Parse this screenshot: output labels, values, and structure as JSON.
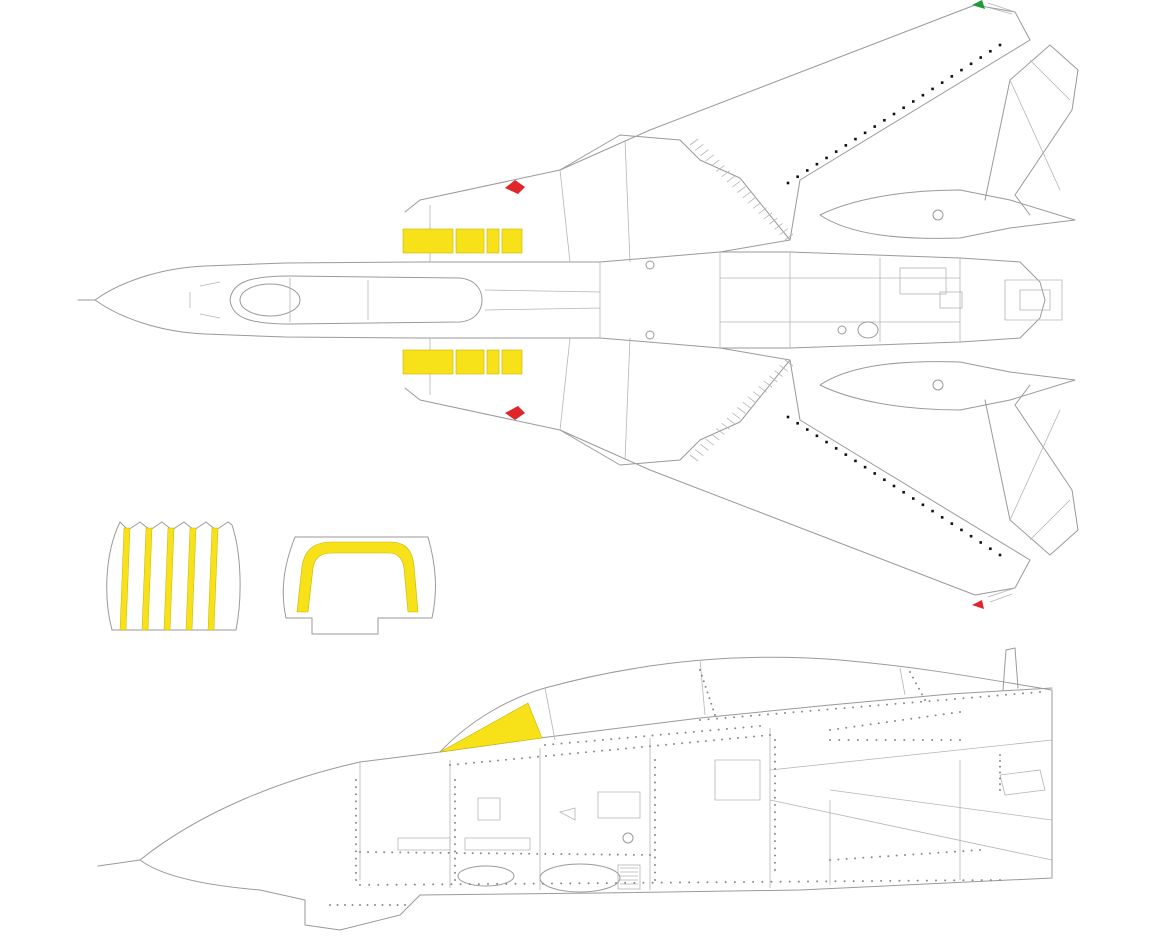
{
  "colors": {
    "mask": "#F7E21A",
    "outline": "#9A9A9A",
    "rivet": "#8A8A8A",
    "marker_red": "#E0262B",
    "marker_green": "#1E9A3A",
    "background": "#FFFFFF"
  },
  "figures": [
    {
      "id": "top-view",
      "kind": "aircraft top-view outline"
    },
    {
      "id": "intake-strips",
      "kind": "mask part"
    },
    {
      "id": "windscreen-frame",
      "kind": "mask part"
    },
    {
      "id": "side-view",
      "kind": "aircraft forward fuselage side-view outline"
    }
  ]
}
